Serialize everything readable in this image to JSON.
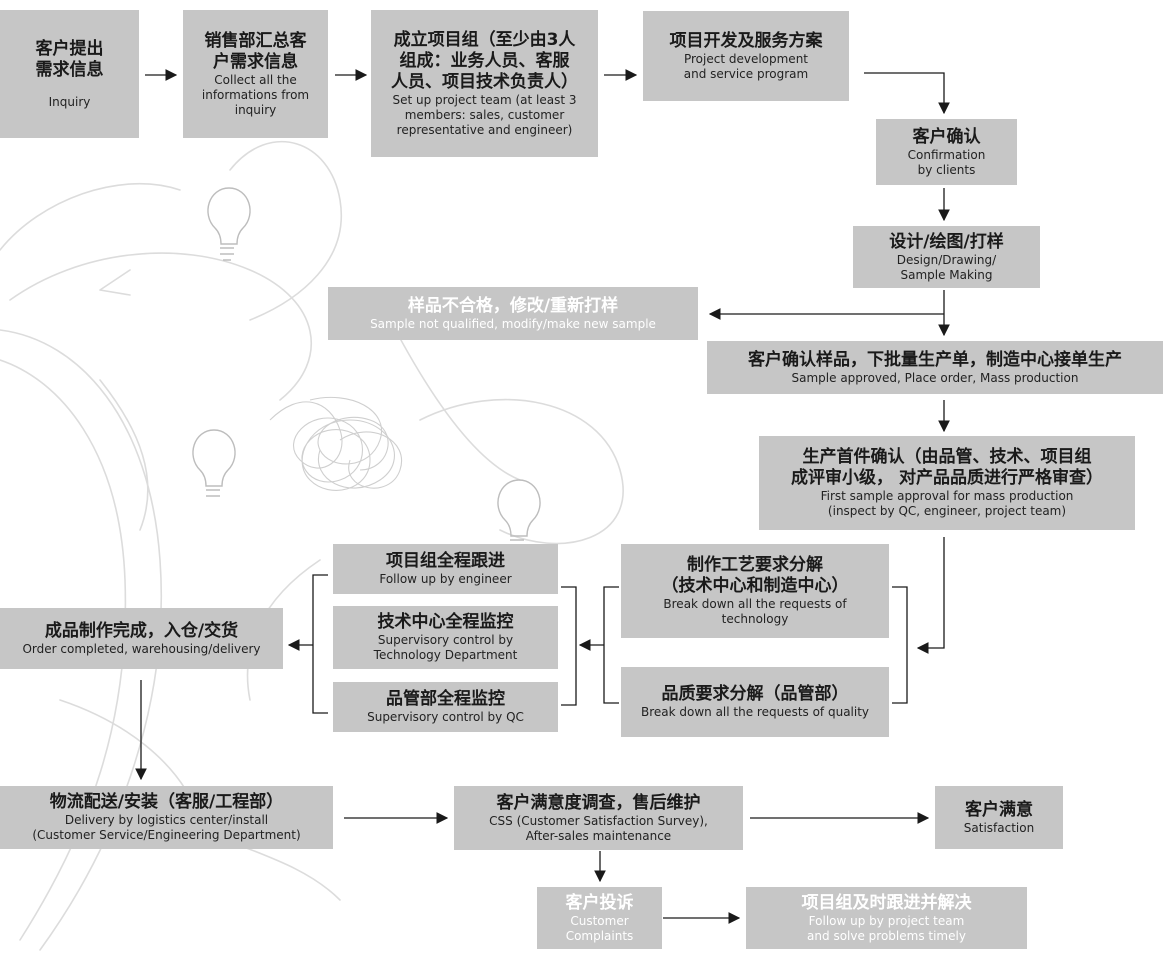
{
  "steps": {
    "inquiry": {
      "zh": "客户提出\n需求信息",
      "en": "Inquiry"
    },
    "collect": {
      "zh": "销售部汇总客\n户需求信息",
      "en": "Collect all the\ninformations from\ninquiry"
    },
    "team": {
      "zh": "成立项目组（至少由3人\n组成：业务人员、客服\n人员、项目技术负责人）",
      "en": "Set up project team (at least 3\nmembers: sales, customer\nrepresentative and engineer)"
    },
    "develop": {
      "zh": "项目开发及服务方案",
      "en": "Project development\nand service program"
    },
    "confirm": {
      "zh": "客户确认",
      "en": "Confirmation\nby clients"
    },
    "design": {
      "zh": "设计/绘图/打样",
      "en": "Design/Drawing/\nSample Making"
    },
    "reject": {
      "zh": "样品不合格，修改/重新打样",
      "en": "Sample not qualified, modify/make new sample"
    },
    "approve": {
      "zh": "客户确认样品，下批量生产单，制造中心接单生产",
      "en": "Sample approved, Place order, Mass production"
    },
    "first_sample": {
      "zh": "生产首件确认（由品管、技术、项目组\n成评审小级， 对产品品质进行严格审查）",
      "en": "First sample approval for mass production\n(inspect by QC, engineer, project team)"
    },
    "tech_req": {
      "zh": "制作工艺要求分解\n（技术中心和制造中心）",
      "en": "Break down all the requests of\ntechnology"
    },
    "quality_req": {
      "zh": "品质要求分解（品管部）",
      "en": "Break down all the requests of quality"
    },
    "follow_engineer": {
      "zh": "项目组全程跟进",
      "en": "Follow up by engineer"
    },
    "supervise_tech": {
      "zh": "技术中心全程监控",
      "en": "Supervisory control by\nTechnology Department"
    },
    "supervise_qc": {
      "zh": "品管部全程监控",
      "en": "Supervisory control by QC"
    },
    "complete": {
      "zh": "成品制作完成，入仓/交货",
      "en": "Order completed, warehousing/delivery"
    },
    "delivery": {
      "zh": "物流配送/安装（客服/工程部）",
      "en": "Delivery by logistics center/install\n(Customer Service/Engineering Department)"
    },
    "css": {
      "zh": "客户满意度调查，售后维护",
      "en": "CSS (Customer Satisfaction Survey),\nAfter-sales maintenance"
    },
    "satisfaction": {
      "zh": "客户满意",
      "en": "Satisfaction"
    },
    "complaints": {
      "zh": "客户投诉",
      "en": "Customer\nComplaints"
    },
    "solve": {
      "zh": "项目组及时跟进并解决",
      "en": "Follow up by project team\nand solve problems timely"
    }
  }
}
